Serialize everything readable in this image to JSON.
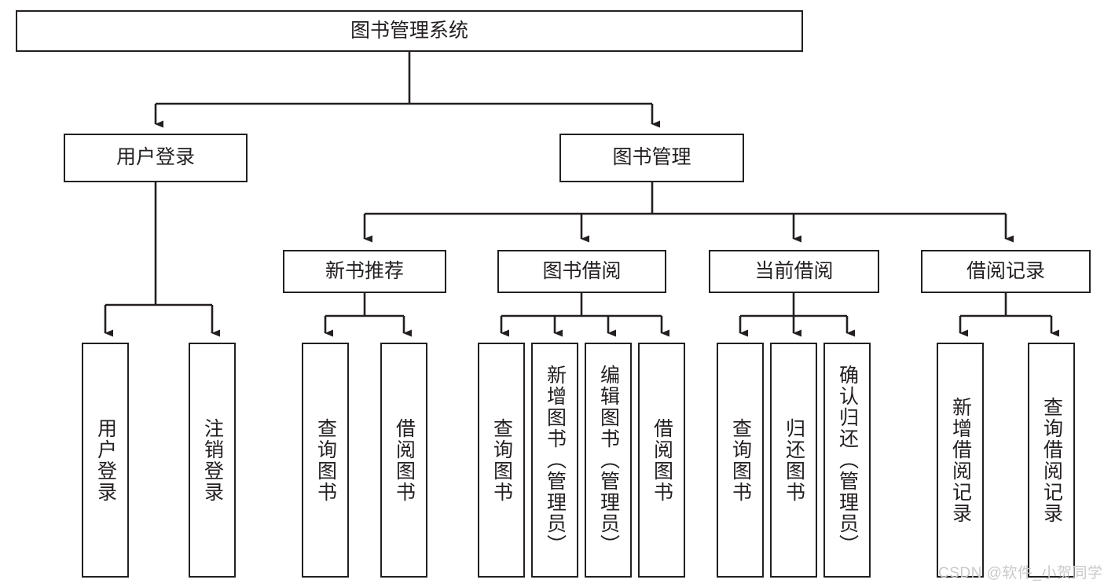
{
  "diagram": {
    "title": "图书管理系统",
    "type": "tree",
    "orientation": "top-down",
    "style": {
      "box_fill": "#ffffff",
      "box_border": "#231f20",
      "edge_color": "#231f20",
      "text_color": "#231f20",
      "background": "#ffffff",
      "watermark_color": "#c9c9c9"
    },
    "nodes": {
      "root": {
        "label": "图书管理系统"
      },
      "level2": [
        {
          "label": "用户登录"
        },
        {
          "label": "图书管理"
        }
      ],
      "level3": [
        {
          "label": "新书推荐"
        },
        {
          "label": "图书借阅"
        },
        {
          "label": "当前借阅"
        },
        {
          "label": "借阅记录"
        }
      ],
      "leaves_user_login": [
        {
          "label": "用户登录"
        },
        {
          "label": "注销登录"
        }
      ],
      "leaves_new_book": [
        {
          "label": "查询图书"
        },
        {
          "label": "借阅图书"
        }
      ],
      "leaves_borrow": [
        {
          "label": "查询图书"
        },
        {
          "label": "新增图书（管理员）"
        },
        {
          "label": "编辑图书（管理员）"
        },
        {
          "label": "借阅图书"
        }
      ],
      "leaves_current": [
        {
          "label": "查询图书"
        },
        {
          "label": "归还图书"
        },
        {
          "label": "确认归还（管理员）"
        }
      ],
      "leaves_records": [
        {
          "label": "新增借阅记录"
        },
        {
          "label": "查询借阅记录"
        }
      ]
    },
    "watermark": "CSDN @软件_小贺同学"
  }
}
